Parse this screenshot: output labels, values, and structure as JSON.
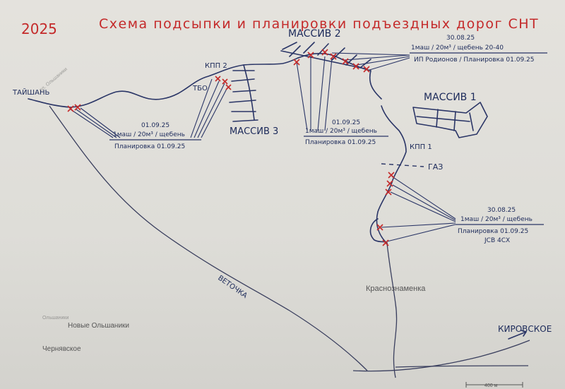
{
  "map": {
    "year": "2025",
    "title": "Схема подсыпки и планировки подъездных дорог СНТ",
    "areas": {
      "massiv1": "МАССИВ 1",
      "massiv2": "МАССИВ 2",
      "massiv3": "МАССИВ 3"
    },
    "checkpoints": {
      "kpp1": "КПП 1",
      "kpp2": "КПП 2",
      "tbo": "ТБО",
      "gas": "ГАЗ"
    },
    "places": {
      "taishan": "ТАЙШАНЬ",
      "kirovskoe": "КИРОВСКОЕ",
      "vetochka": "ВЕТОЧКА",
      "krasnoznamenka": "Краснознаменка",
      "novye_olshaniki": "Новые Ольшаники",
      "chernyavskoe": "Чернявское",
      "station": "Ольшаники",
      "railway_label": "пл. Ольшаники"
    },
    "notes": {
      "left": {
        "date": "01.09.25",
        "line1": "1маш / 20м³ / щебень",
        "line2": "Планировка 01.09.25"
      },
      "center": {
        "date": "01.09.25",
        "line1": "1маш / 20м³ / щебень",
        "line2": "Планировка 01.09.25"
      },
      "top_right": {
        "date": "30.08.25",
        "line1": "1маш / 20м³ / щебень 20-40",
        "line2": "ИП Родионов / Планировка 01.09.25"
      },
      "bottom_right": {
        "date": "30.08.25",
        "line1": "1маш / 20м³ / щебень",
        "line2": "Планировка 01.09.25",
        "line3": "JCB 4CX"
      }
    },
    "scale": "400 м",
    "colors": {
      "ink": "#2a3566",
      "marker": "#c42a2a",
      "paper": "#e0dfda"
    }
  }
}
